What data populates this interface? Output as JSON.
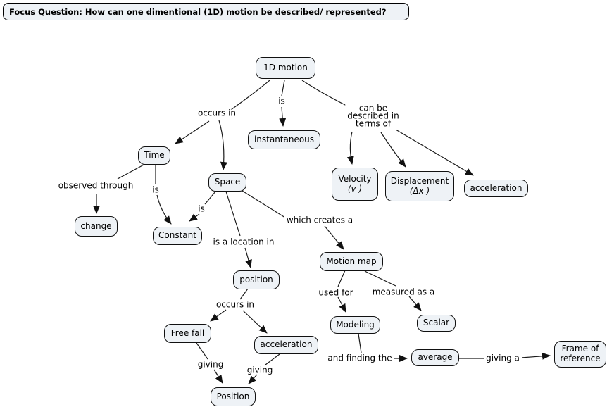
{
  "title": "Focus Question: How can one dimentional (1D) motion be described/ represented?",
  "colors": {
    "node_fill": "#eef2f6",
    "node_border": "#111111",
    "line": "#1a1a1a",
    "background": "#ffffff"
  },
  "nodes": {
    "one_d_motion": "1D motion",
    "instantaneous": "instantaneous",
    "time": "Time",
    "space": "Space",
    "change": "change",
    "constant": "Constant",
    "velocity_title": "Velocity",
    "velocity_symbol": "(v )",
    "displacement_title": "Displacement",
    "displacement_symbol": "(Δx )",
    "acceleration_described": "acceleration",
    "position_location": "position",
    "motion_map": "Motion map",
    "free_fall": "Free fall",
    "acceleration_occurs": "acceleration",
    "position_result": "Position",
    "modeling": "Modeling",
    "scalar": "Scalar",
    "average": "average",
    "frame_of_reference": "Frame of reference"
  },
  "edge_labels": {
    "occurs_in_top": "occurs in",
    "is_instantaneous": "is",
    "can_be_lines": [
      "can be",
      "described in",
      "terms of"
    ],
    "observed_through": "observed through",
    "is_time_constant": "is",
    "is_space_constant": "is",
    "which_creates_a": "which creates a",
    "is_a_location_in": "is a location in",
    "occurs_in_position": "occurs in",
    "used_for": "used for",
    "measured_as_a": "measured as a",
    "giving_free_fall": "giving",
    "giving_acceleration": "giving",
    "and_finding_the": "and finding the",
    "giving_a": "giving a"
  }
}
